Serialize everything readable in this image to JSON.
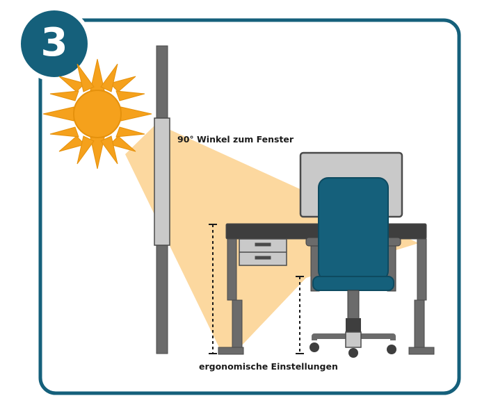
{
  "step": {
    "number": "3"
  },
  "labels": {
    "window_angle": "90° Winkel zum Fenster",
    "ergonomics": "ergonomische Einstellungen"
  },
  "colors": {
    "frame": "#15607b",
    "badge": "#15607b",
    "sun": "#f5a11c",
    "light_beam": "#fcd89f",
    "wall": "#6b6b6b",
    "window_pane": "#c9c9c9",
    "desk": "#6b6b6b",
    "monitor_back": "#c9c9c9",
    "chair": "#15607b",
    "drawer": "#c9c9c9"
  },
  "icons": [
    "sun-icon",
    "desk-icon",
    "office-chair-icon",
    "monitor-icon",
    "window-icon",
    "height-indicator-icon"
  ]
}
